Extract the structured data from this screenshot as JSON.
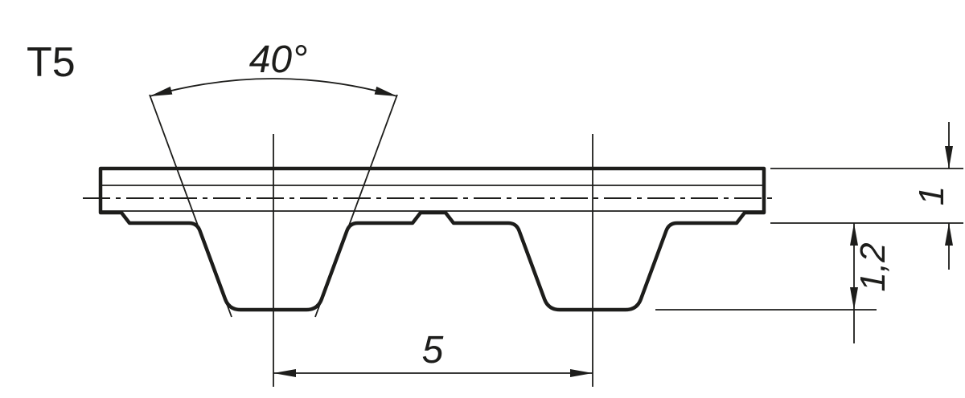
{
  "drawing": {
    "profile_label": "T5",
    "angle_label": "40°",
    "pitch_label": "5",
    "back_height_label": "1",
    "tooth_height_label": "1,2"
  },
  "colors": {
    "line": "#1d1d1b",
    "background": "#ffffff"
  }
}
